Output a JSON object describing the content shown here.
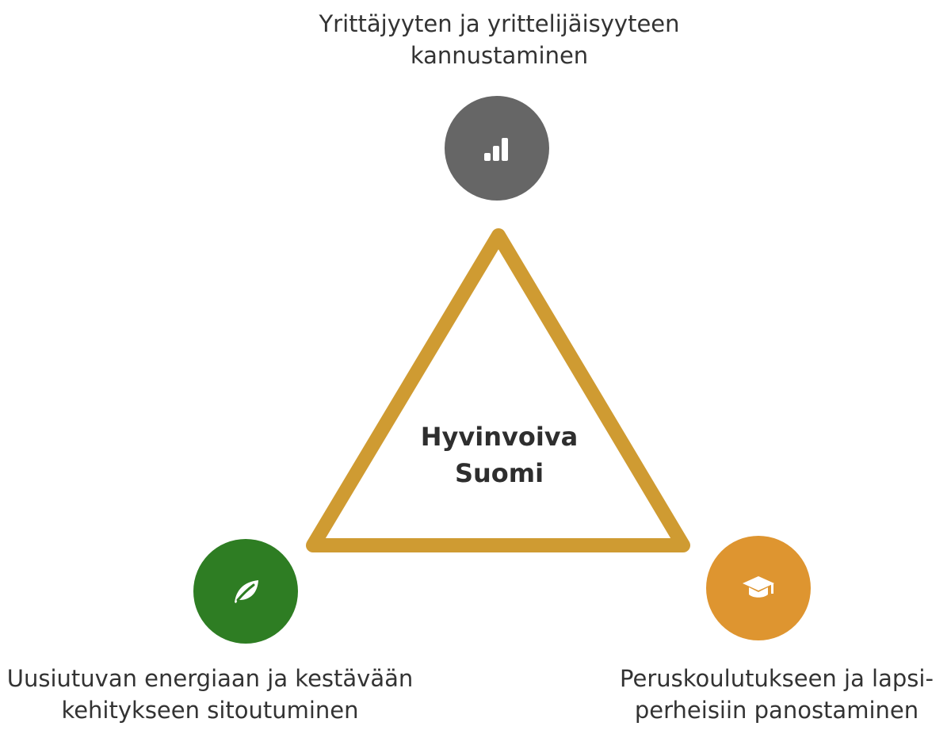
{
  "center": {
    "line1": "Hyvinvoiva",
    "line2": "Suomi"
  },
  "nodes": {
    "top": {
      "line1": "Yrittäjyyten ja yrittelijäisyyteen",
      "line2": "kannustaminen",
      "icon": "bar-chart-icon",
      "color": "#666666"
    },
    "left": {
      "line1": "Uusiutuvan energiaan ja kestävään",
      "line2": "kehitykseen sitoutuminen",
      "icon": "leaf-icon",
      "color": "#2e7d23"
    },
    "right": {
      "line1": "Peruskoulutukseen ja lapsi-",
      "line2": "perheisiin panostaminen",
      "icon": "graduation-cap-icon",
      "color": "#de9530"
    }
  },
  "triangle": {
    "color": "#cf9b32"
  }
}
